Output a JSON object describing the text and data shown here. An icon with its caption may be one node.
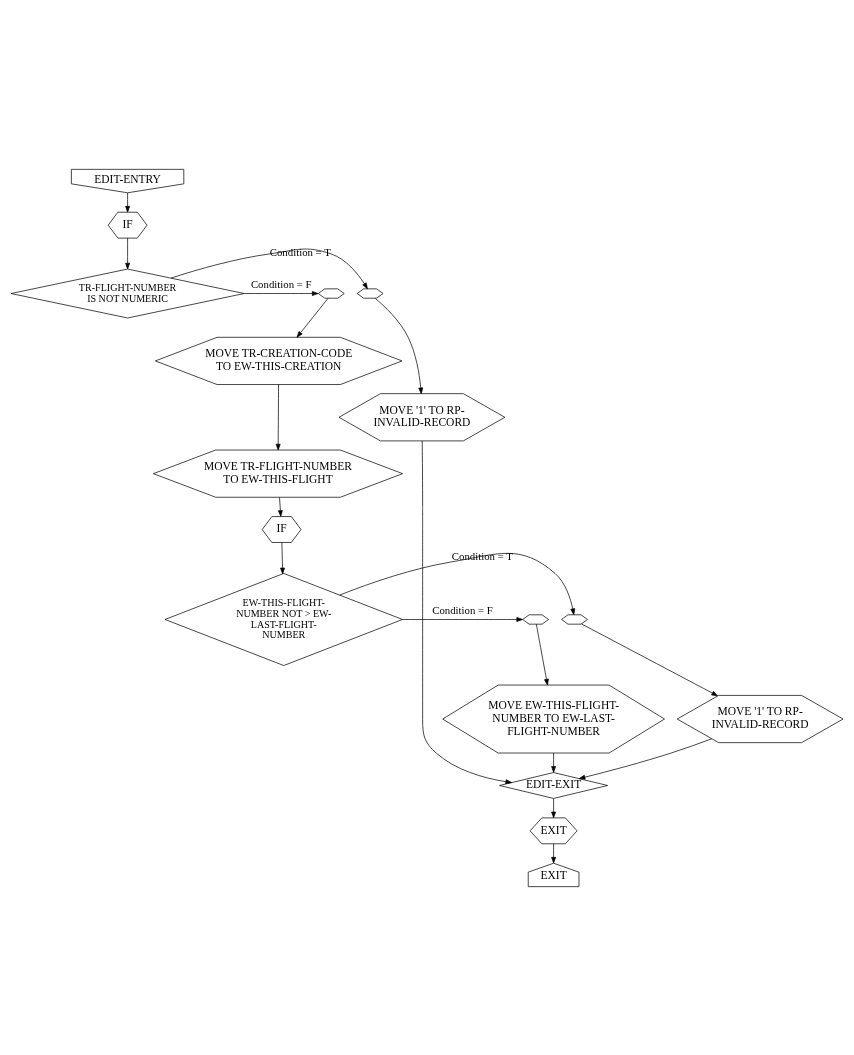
{
  "diagram": {
    "nodes": [
      {
        "text": [
          "EDIT-ENTRY"
        ]
      },
      {
        "text": [
          "IF"
        ]
      },
      {
        "text": [
          "TR-FLIGHT-NUMBER IS NOT NUMERIC"
        ]
      },
      {
        "text": [],
        "shape": "hexagon"
      },
      {
        "text": [],
        "shape": "hexagon"
      },
      {
        "text": [
          "MOVE '1' TO RP-INVALID-RECORD"
        ]
      },
      {
        "text": [
          "MOVE TR-CREATION-CODE TO EW-THIS-CREATION"
        ]
      },
      {
        "text": [
          "MOVE TR-FLIGHT-NUMBER TO EW-THIS-FLIGHT"
        ]
      },
      {
        "text": [
          "IF"
        ]
      },
      {
        "text": [
          "EW-THIS-FLIGHT-NUMBER NOT > EW-LAST-FLIGHT-NUMBER"
        ]
      },
      {
        "text": [],
        "shape": "hexagon"
      },
      {
        "text": [],
        "shape": "hexagon"
      },
      {
        "text": [
          "MOVE '1' TO RP-INVALID-RECORD"
        ]
      },
      {
        "text": [
          "MOVE EW-THIS-FLIGHT-NUMBER TO EW-LAST-FLIGHT-NUMBER"
        ]
      },
      {
        "text": [
          "EDIT-EXIT"
        ]
      },
      {
        "text": [
          "EXIT"
        ]
      },
      {
        "text": [
          "EXIT"
        ]
      }
    ],
    "edges": [
      {
        "from": 0,
        "to": 1,
        "arrow": "to"
      },
      {
        "from": 1,
        "to": 2,
        "arrow": "to"
      },
      {
        "from": 2,
        "to": 3,
        "arrow": "to",
        "label": "Condition = T"
      },
      {
        "from": 2,
        "to": 4,
        "arrow": "to",
        "label": "Condition = F"
      },
      {
        "from": 3,
        "to": 5,
        "arrow": "to"
      },
      {
        "from": 4,
        "to": 6,
        "arrow": "to"
      },
      {
        "from": 6,
        "to": 7,
        "arrow": "to"
      },
      {
        "from": 7,
        "to": 8,
        "arrow": "to"
      },
      {
        "from": 8,
        "to": 9,
        "arrow": "to"
      },
      {
        "from": 9,
        "to": 10,
        "arrow": "to",
        "label": "Condition = T"
      },
      {
        "from": 9,
        "to": 11,
        "arrow": "to",
        "label": "Condition = F"
      },
      {
        "from": 10,
        "to": 12,
        "arrow": "to"
      },
      {
        "from": 11,
        "to": 13,
        "arrow": "to"
      },
      {
        "from": 5,
        "to": 14,
        "arrow": "to"
      },
      {
        "from": 12,
        "to": 14,
        "arrow": "to"
      },
      {
        "from": 13,
        "to": 14,
        "arrow": "to"
      },
      {
        "from": 14,
        "to": 15,
        "arrow": "to"
      },
      {
        "from": 15,
        "to": 16,
        "arrow": "to"
      }
    ]
  }
}
